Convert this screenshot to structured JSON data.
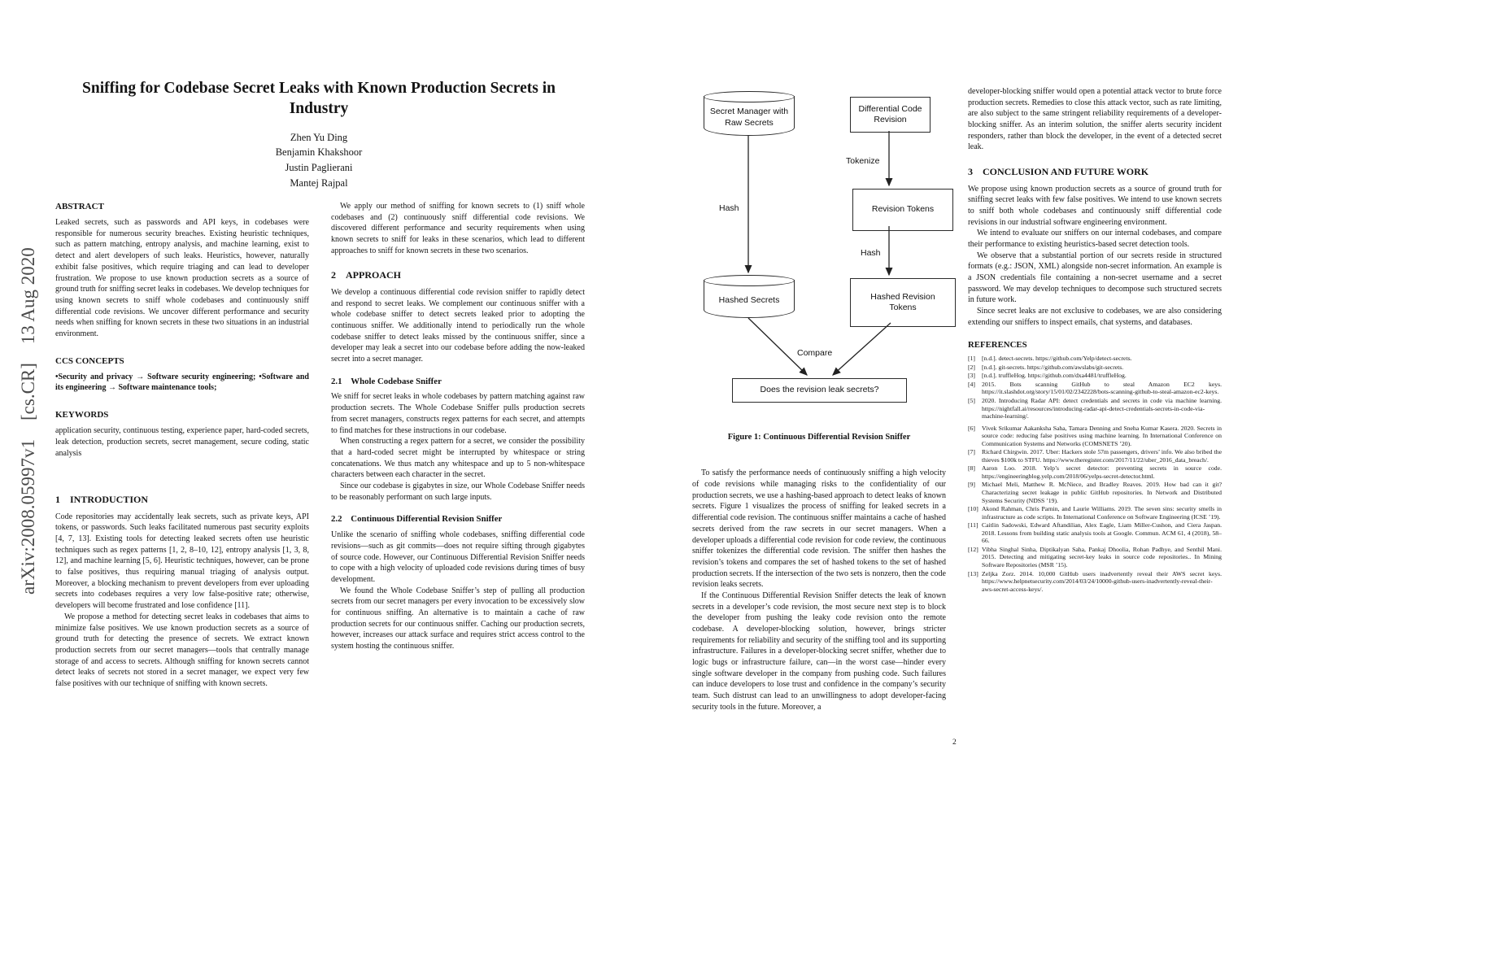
{
  "watermark": "arXiv:2008.05997v1  [cs.CR]  13 Aug 2020",
  "page1": {
    "title": "Sniffing for Codebase Secret Leaks with Known Production Secrets in Industry",
    "authors": [
      "Zhen Yu Ding",
      "Benjamin Khakshoor",
      "Justin Paglierani",
      "Mantej Rajpal"
    ],
    "abstract": {
      "heading": "ABSTRACT",
      "body": "Leaked secrets, such as passwords and API keys, in codebases were responsible for numerous security breaches. Existing heuristic techniques, such as pattern matching, entropy analysis, and machine learning, exist to detect and alert developers of such leaks. Heuristics, however, naturally exhibit false positives, which require triaging and can lead to developer frustration. We propose to use known production secrets as a source of ground truth for sniffing secret leaks in codebases. We develop techniques for using known secrets to sniff whole codebases and continuously sniff differential code revisions. We uncover different performance and security needs when sniffing for known secrets in these two situations in an industrial environment."
    },
    "ccs": {
      "heading": "CCS CONCEPTS",
      "body": "•Security and privacy → Software security engineering; •Software and its engineering → Software maintenance tools;"
    },
    "keywords": {
      "heading": "KEYWORDS",
      "body": "application security, continuous testing, experience paper, hard-coded secrets, leak detection, production secrets, secret management, secure coding, static analysis"
    },
    "introduction": {
      "heading": "1 INTRODUCTION",
      "p1": "Code repositories may accidentally leak secrets, such as private keys, API tokens, or passwords. Such leaks facilitated numerous past security exploits [4, 7, 13]. Existing tools for detecting leaked secrets often use heuristic techniques such as regex patterns [1, 2, 8–10, 12], entropy analysis [1, 3, 8, 12], and machine learning [5, 6]. Heuristic techniques, however, can be prone to false positives, thus requiring manual triaging of analysis output. Moreover, a blocking mechanism to prevent developers from ever uploading secrets into codebases requires a very low false-positive rate; otherwise, developers will become frustrated and lose confidence [11].",
      "p2": "We propose a method for detecting secret leaks in codebases that aims to minimize false positives. We use known production secrets as a source of ground truth for detecting the presence of secrets. We extract known production secrets from our secret managers—tools that centrally manage storage of and access to secrets. Although sniffing for known secrets cannot detect leaks of secrets not stored in a secret manager, we expect very few false positives with our technique of sniffing with known secrets."
    },
    "continuation": "We apply our method of sniffing for known secrets to (1) sniff whole codebases and (2) continuously sniff differential code revisions. We discovered different performance and security requirements when using known secrets to sniff for leaks in these scenarios, which lead to different approaches to sniff for known secrets in these two scenarios.",
    "approach": {
      "heading": "2 APPROACH",
      "p1": "We develop a continuous differential code revision sniffer to rapidly detect and respond to secret leaks. We complement our continuous sniffer with a whole codebase sniffer to detect secrets leaked prior to adopting the continuous sniffer. We additionally intend to periodically run the whole codebase sniffer to detect leaks missed by the continuous sniffer, since a developer may leak a secret into our codebase before adding the now-leaked secret into a secret manager."
    },
    "whole_codebase": {
      "heading": "2.1 Whole Codebase Sniffer",
      "p1": "We sniff for secret leaks in whole codebases by pattern matching against raw production secrets. The Whole Codebase Sniffer pulls production secrets from secret managers, constructs regex patterns for each secret, and attempts to find matches for these instructions in our codebase.",
      "p2": "When constructing a regex pattern for a secret, we consider the possibility that a hard-coded secret might be interrupted by whitespace or string concatenations. We thus match any whitespace and up to 5 non-whitespace characters between each character in the secret.",
      "p3": "Since our codebase is gigabytes in size, our Whole Codebase Sniffer needs to be reasonably performant on such large inputs."
    },
    "continuous": {
      "heading": "2.2 Continuous Differential Revision Sniffer",
      "p1": "Unlike the scenario of sniffing whole codebases, sniffing differential code revisions—such as git commits—does not require sifting through gigabytes of source code. However, our Continuous Differential Revision Sniffer needs to cope with a high velocity of uploaded code revisions during times of busy development.",
      "p2": "We found the Whole Codebase Sniffer’s step of pulling all production secrets from our secret managers per every invocation to be excessively slow for continuous sniffing. An alternative is to maintain a cache of raw production secrets for our continuous sniffer. Caching our production secrets, however, increases our attack surface and requires strict access control to the system hosting the continuous sniffer."
    }
  },
  "page2": {
    "figure": {
      "nodes": {
        "secret_manager": "Secret Manager with Raw Secrets",
        "diff_revision": "Differential Code Revision",
        "revision_tokens": "Revision Tokens",
        "hashed_secrets": "Hashed Secrets",
        "hashed_revision_tokens": "Hashed Revision Tokens",
        "question": "Does the revision leak secrets?"
      },
      "edges": {
        "tokenize": "Tokenize",
        "hash_left": "Hash",
        "hash_right": "Hash",
        "compare": "Compare"
      },
      "caption": "Figure 1: Continuous Differential Revision Sniffer"
    },
    "body": {
      "p1": "To satisfy the performance needs of continuously sniffing a high velocity of code revisions while managing risks to the confidentiality of our production secrets, we use a hashing-based approach to detect leaks of known secrets. Figure 1 visualizes the process of sniffing for leaked secrets in a differential code revision. The continuous sniffer maintains a cache of hashed secrets derived from the raw secrets in our secret managers. When a developer uploads a differential code revision for code review, the continuous sniffer tokenizes the differential code revision. The sniffer then hashes the revision’s tokens and compares the set of hashed tokens to the set of hashed production secrets. If the intersection of the two sets is nonzero, then the code revision leaks secrets.",
      "p2": "If the Continuous Differential Revision Sniffer detects the leak of known secrets in a developer’s code revision, the most secure next step is to block the developer from pushing the leaky code revision onto the remote codebase. A developer-blocking solution, however, brings stricter requirements for reliability and security of the sniffing tool and its supporting infrastructure. Failures in a developer-blocking secret sniffer, whether due to logic bugs or infrastructure failure, can—in the worst case—hinder every single software developer in the company from pushing code. Such failures can induce developers to lose trust and confidence in the company’s security team. Such distrust can lead to an unwillingness to adopt developer-facing security tools in the future. Moreover, a",
      "p3": "developer-blocking sniffer would open a potential attack vector to brute force production secrets. Remedies to close this attack vector, such as rate limiting, are also subject to the same stringent reliability requirements of a developer-blocking sniffer. As an interim solution, the sniffer alerts security incident responders, rather than block the developer, in the event of a detected secret leak."
    },
    "conclusion": {
      "heading": "3 CONCLUSION AND FUTURE WORK",
      "p1": "We propose using known production secrets as a source of ground truth for sniffing secret leaks with few false positives. We intend to use known secrets to sniff both whole codebases and continuously sniff differential code revisions in our industrial software engineering environment.",
      "p2": "We intend to evaluate our sniffers on our internal codebases, and compare their performance to existing heuristics-based secret detection tools.",
      "p3": "We observe that a substantial portion of our secrets reside in structured formats (e.g.: JSON, XML) alongside non-secret information. An example is a JSON credentials file containing a non-secret username and a secret password. We may develop techniques to decompose such structured secrets in future work.",
      "p4": "Since secret leaks are not exclusive to codebases, we are also considering extending our sniffers to inspect emails, chat systems, and databases."
    },
    "references": {
      "heading": "REFERENCES",
      "items": [
        {
          "label": "[1]",
          "text": "[n.d.]. detect-secrets. https://github.com/Yelp/detect-secrets."
        },
        {
          "label": "[2]",
          "text": "[n.d.]. git-secrets. https://github.com/awslabs/git-secrets."
        },
        {
          "label": "[3]",
          "text": "[n.d.]. truffleHog. https://github.com/dxa4481/truffleHog."
        },
        {
          "label": "[4]",
          "text": "2015. Bots scanning GitHub to steal Amazon EC2 keys. https://it.slashdot.org/story/15/01/02/2342228/bots-scanning-github-to-steal-amazon-ec2-keys."
        },
        {
          "label": "[5]",
          "text": "2020. Introducing Radar API: detect credentials and secrets in code via machine learning. https://nightfall.ai/resources/introducing-radar-api-detect-credentials-secrets-in-code-via-machine-learning/."
        },
        {
          "label": "[6]",
          "text": "Vivek Srikumar Aakanksha Saha, Tamara Denning and Sneha Kumar Kasera. 2020. Secrets in source code: reducing false positives using machine learning. In International Conference on Communication Systems and Networks (COMSNETS ’20)."
        },
        {
          "label": "[7]",
          "text": "Richard Chirgwin. 2017. Uber: Hackers stole 57m passengers, drivers’ info. We also bribed the thieves $100k to STFU. https://www.theregister.com/2017/11/22/uber_2016_data_breach/."
        },
        {
          "label": "[8]",
          "text": "Aaron Loo. 2018. Yelp’s secret detector: preventing secrets in source code. https://engineeringblog.yelp.com/2018/06/yelps-secret-detector.html."
        },
        {
          "label": "[9]",
          "text": "Michael Meli, Matthew R. McNiece, and Bradley Reaves. 2019. How bad can it git? Characterizing secret leakage in public GitHub repositories. In Network and Distributed Systems Security (NDSS ’19)."
        },
        {
          "label": "[10]",
          "text": "Akond Rahman, Chris Parnin, and Laurie Williams. 2019. The seven sins: security smells in infrastructure as code scripts. In International Conference on Software Engineering (ICSE ’19)."
        },
        {
          "label": "[11]",
          "text": "Caitlin Sadowski, Edward Aftandilian, Alex Eagle, Liam Miller-Cushon, and Ciera Jaspan. 2018. Lessons from building static analysis tools at Google. Commun. ACM 61, 4 (2018), 58–66."
        },
        {
          "label": "[12]",
          "text": "Vibha Singhal Sinha, Diptikalyan Saha, Pankaj Dhoolia, Rohan Padhye, and Senthil Mani. 2015. Detecting and mitigating secret-key leaks in source code repositories.. In Mining Software Repositories (MSR ’15)."
        },
        {
          "label": "[13]",
          "text": "Zeljka Zorz. 2014. 10,000 GitHub users inadvertently reveal their AWS secret keys. https://www.helpnetsecurity.com/2014/03/24/10000-github-users-inadvertently-reveal-their-aws-secret-access-keys/."
        }
      ]
    },
    "page_number": "2"
  }
}
